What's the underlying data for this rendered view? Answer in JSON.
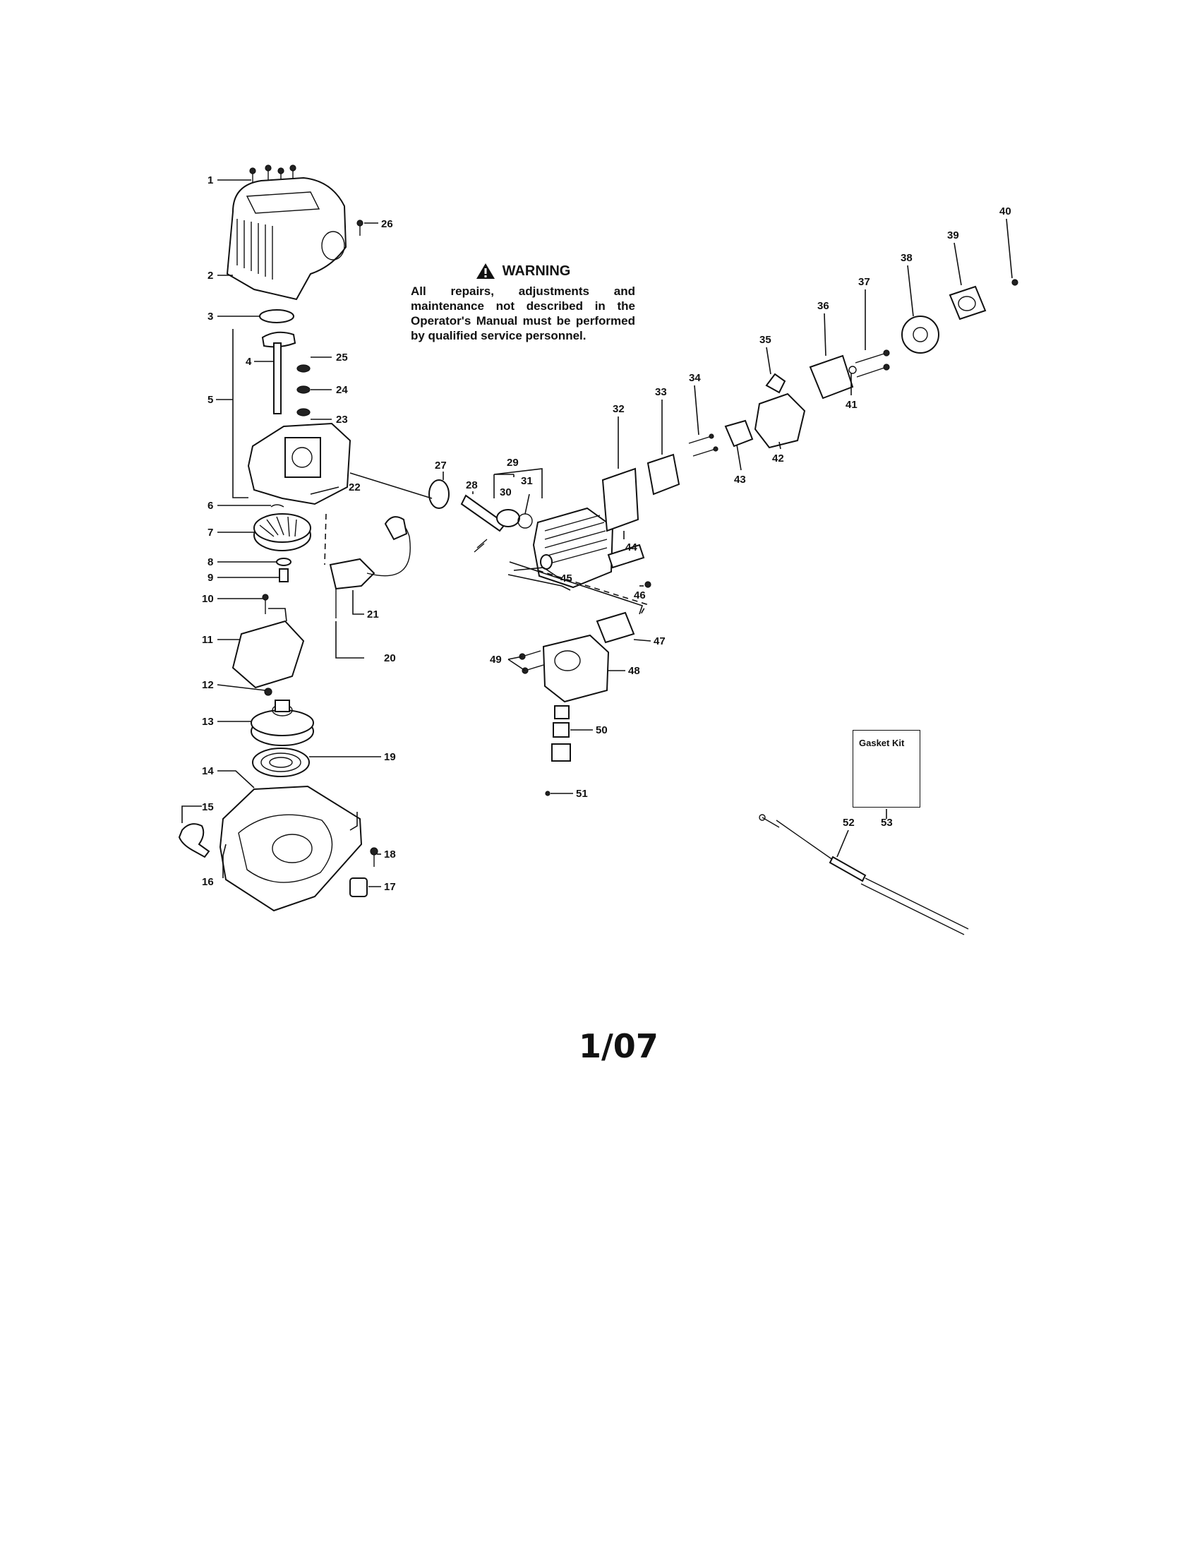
{
  "warning": {
    "heading": "WARNING",
    "text": "All repairs, adjustments and maintenance not described in the Operator's Manual must be performed by qualified service personnel."
  },
  "gasket_kit": {
    "label": "Gasket Kit"
  },
  "page_number": "1/07",
  "callouts": [
    "1",
    "2",
    "3",
    "4",
    "5",
    "6",
    "7",
    "8",
    "9",
    "10",
    "11",
    "12",
    "13",
    "14",
    "15",
    "16",
    "17",
    "18",
    "19",
    "20",
    "21",
    "22",
    "23",
    "24",
    "25",
    "26",
    "27",
    "28",
    "29",
    "30",
    "31",
    "32",
    "33",
    "34",
    "35",
    "36",
    "37",
    "38",
    "39",
    "40",
    "41",
    "42",
    "43",
    "44",
    "45",
    "46",
    "47",
    "48",
    "49",
    "50",
    "51",
    "52",
    "53"
  ]
}
